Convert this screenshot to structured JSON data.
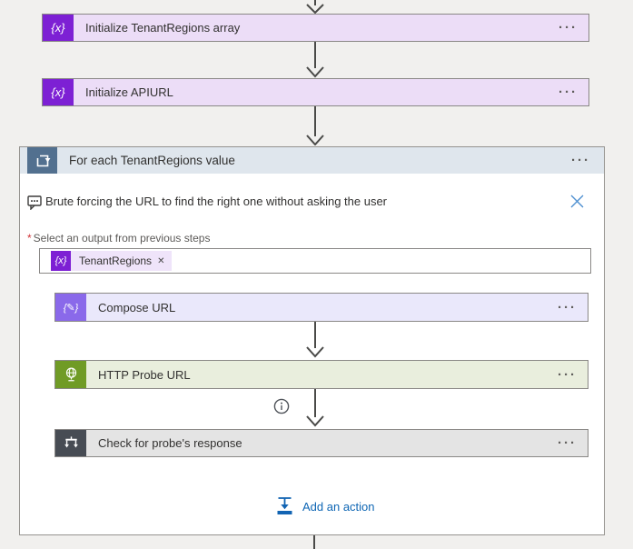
{
  "ui": {
    "menu_dots": "···"
  },
  "colors": {
    "variable_icon": "#7d20d4",
    "compose_icon": "#8a69ea",
    "http_icon": "#709b26",
    "condition_icon": "#474c54",
    "foreach_icon": "#52708f",
    "scope_header_bg": "#dfe6ed",
    "link_blue": "#0e66b4",
    "close_blue": "#4f90d1",
    "required_red": "#d13438"
  },
  "nodes": {
    "init_array": {
      "label": "Initialize TenantRegions array",
      "icon_glyph": "{x}"
    },
    "init_apiurl": {
      "label": "Initialize APIURL",
      "icon_glyph": "{x}"
    },
    "foreach": {
      "title": "For each TenantRegions value",
      "comment": "Brute forcing the URL to find the right one without asking the user",
      "field_required": "*",
      "field_label": "Select an output from previous steps",
      "token": {
        "icon_glyph": "{x}",
        "label": "TenantRegions",
        "remove_glyph": "✕"
      },
      "compose": {
        "label": "Compose URL",
        "icon_glyph": "{✎}"
      },
      "http": {
        "label": "HTTP Probe URL"
      },
      "condition": {
        "label": "Check for probe's response"
      },
      "add_action_label": "Add an action"
    }
  }
}
